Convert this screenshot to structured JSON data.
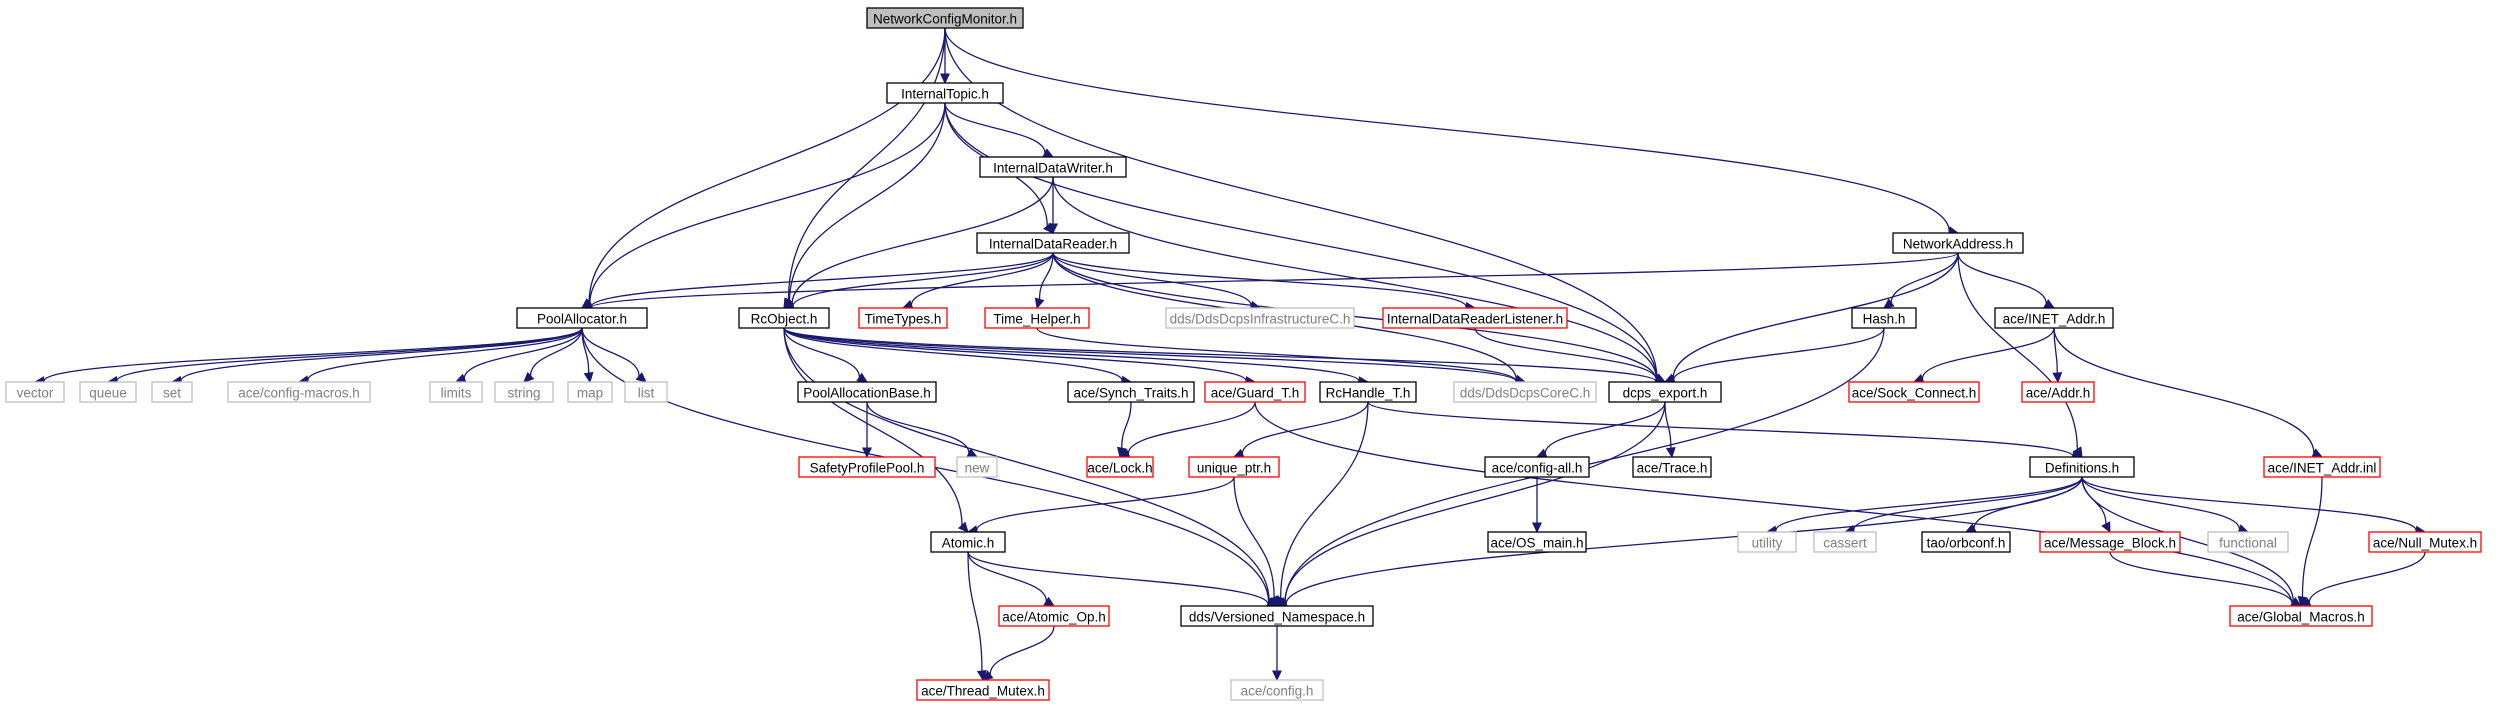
{
  "colors": {
    "edge": "#191970",
    "root_fill": "#bfbfbf",
    "node_border": "#000000",
    "missing_border": "#bfbfbf",
    "missing_text": "#7f7f7f",
    "truncated_border": "#ff0000",
    "text": "#000000"
  },
  "nodes": [
    {
      "id": "ncm",
      "label": "NetworkConfigMonitor.h",
      "kind": "root"
    },
    {
      "id": "itopic",
      "label": "InternalTopic.h",
      "kind": "normal"
    },
    {
      "id": "idw",
      "label": "InternalDataWriter.h",
      "kind": "normal"
    },
    {
      "id": "idr",
      "label": "InternalDataReader.h",
      "kind": "normal"
    },
    {
      "id": "netaddr",
      "label": "NetworkAddress.h",
      "kind": "normal"
    },
    {
      "id": "pool",
      "label": "PoolAllocator.h",
      "kind": "normal"
    },
    {
      "id": "rcobj",
      "label": "RcObject.h",
      "kind": "normal"
    },
    {
      "id": "timetypes",
      "label": "TimeTypes.h",
      "kind": "truncated"
    },
    {
      "id": "timehelper",
      "label": "Time_Helper.h",
      "kind": "truncated"
    },
    {
      "id": "infra",
      "label": "dds/DdsDcpsInfrastructureC.h",
      "kind": "missing"
    },
    {
      "id": "idrl",
      "label": "InternalDataReaderListener.h",
      "kind": "truncated"
    },
    {
      "id": "hash",
      "label": "Hash.h",
      "kind": "normal"
    },
    {
      "id": "inetaddr",
      "label": "ace/INET_Addr.h",
      "kind": "normal"
    },
    {
      "id": "vector",
      "label": "vector",
      "kind": "missing"
    },
    {
      "id": "queue",
      "label": "queue",
      "kind": "missing"
    },
    {
      "id": "set",
      "label": "set",
      "kind": "missing"
    },
    {
      "id": "cfgmacros",
      "label": "ace/config-macros.h",
      "kind": "missing"
    },
    {
      "id": "limits",
      "label": "limits",
      "kind": "missing"
    },
    {
      "id": "string",
      "label": "string",
      "kind": "missing"
    },
    {
      "id": "map",
      "label": "map",
      "kind": "missing"
    },
    {
      "id": "list",
      "label": "list",
      "kind": "missing"
    },
    {
      "id": "pab",
      "label": "PoolAllocationBase.h",
      "kind": "normal"
    },
    {
      "id": "synch",
      "label": "ace/Synch_Traits.h",
      "kind": "normal"
    },
    {
      "id": "guard",
      "label": "ace/Guard_T.h",
      "kind": "truncated"
    },
    {
      "id": "rchandle",
      "label": "RcHandle_T.h",
      "kind": "normal"
    },
    {
      "id": "corec",
      "label": "dds/DdsDcpsCoreC.h",
      "kind": "missing"
    },
    {
      "id": "export",
      "label": "dcps_export.h",
      "kind": "normal"
    },
    {
      "id": "sockconn",
      "label": "ace/Sock_Connect.h",
      "kind": "truncated"
    },
    {
      "id": "aceaddr",
      "label": "ace/Addr.h",
      "kind": "truncated"
    },
    {
      "id": "spp",
      "label": "SafetyProfilePool.h",
      "kind": "truncated"
    },
    {
      "id": "new",
      "label": "new",
      "kind": "missing"
    },
    {
      "id": "lock",
      "label": "ace/Lock.h",
      "kind": "truncated"
    },
    {
      "id": "uptr",
      "label": "unique_ptr.h",
      "kind": "truncated"
    },
    {
      "id": "cfgall",
      "label": "ace/config-all.h",
      "kind": "normal"
    },
    {
      "id": "trace",
      "label": "ace/Trace.h",
      "kind": "normal"
    },
    {
      "id": "defs",
      "label": "Definitions.h",
      "kind": "normal"
    },
    {
      "id": "inetinl",
      "label": "ace/INET_Addr.inl",
      "kind": "truncated"
    },
    {
      "id": "atomic",
      "label": "Atomic.h",
      "kind": "normal"
    },
    {
      "id": "osmain",
      "label": "ace/OS_main.h",
      "kind": "normal"
    },
    {
      "id": "utility",
      "label": "utility",
      "kind": "missing"
    },
    {
      "id": "cassert",
      "label": "cassert",
      "kind": "missing"
    },
    {
      "id": "orbconf",
      "label": "tao/orbconf.h",
      "kind": "normal"
    },
    {
      "id": "msgblock",
      "label": "ace/Message_Block.h",
      "kind": "truncated"
    },
    {
      "id": "functional",
      "label": "functional",
      "kind": "missing"
    },
    {
      "id": "nullmutex",
      "label": "ace/Null_Mutex.h",
      "kind": "truncated"
    },
    {
      "id": "atomicop",
      "label": "ace/Atomic_Op.h",
      "kind": "truncated"
    },
    {
      "id": "versioned",
      "label": "dds/Versioned_Namespace.h",
      "kind": "normal"
    },
    {
      "id": "globalmacros",
      "label": "ace/Global_Macros.h",
      "kind": "truncated"
    },
    {
      "id": "threadmutex",
      "label": "ace/Thread_Mutex.h",
      "kind": "truncated"
    },
    {
      "id": "aceconfig",
      "label": "ace/config.h",
      "kind": "missing"
    }
  ],
  "edges": [
    [
      "ncm",
      "itopic"
    ],
    [
      "ncm",
      "pool"
    ],
    [
      "ncm",
      "rcobj"
    ],
    [
      "ncm",
      "export"
    ],
    [
      "ncm",
      "netaddr"
    ],
    [
      "itopic",
      "idw"
    ],
    [
      "itopic",
      "idr"
    ],
    [
      "itopic",
      "pool"
    ],
    [
      "itopic",
      "rcobj"
    ],
    [
      "itopic",
      "export"
    ],
    [
      "idw",
      "idr"
    ],
    [
      "idw",
      "rcobj"
    ],
    [
      "idw",
      "export"
    ],
    [
      "idr",
      "pool"
    ],
    [
      "idr",
      "rcobj"
    ],
    [
      "idr",
      "timetypes"
    ],
    [
      "idr",
      "timehelper"
    ],
    [
      "idr",
      "infra"
    ],
    [
      "idr",
      "idrl"
    ],
    [
      "idr",
      "corec"
    ],
    [
      "idr",
      "export"
    ],
    [
      "netaddr",
      "pool"
    ],
    [
      "netaddr",
      "hash"
    ],
    [
      "netaddr",
      "inetaddr"
    ],
    [
      "netaddr",
      "export"
    ],
    [
      "netaddr",
      "defs"
    ],
    [
      "pool",
      "vector"
    ],
    [
      "pool",
      "queue"
    ],
    [
      "pool",
      "set"
    ],
    [
      "pool",
      "cfgmacros"
    ],
    [
      "pool",
      "limits"
    ],
    [
      "pool",
      "string"
    ],
    [
      "pool",
      "map"
    ],
    [
      "pool",
      "list"
    ],
    [
      "pool",
      "versioned"
    ],
    [
      "rcobj",
      "pab"
    ],
    [
      "rcobj",
      "synch"
    ],
    [
      "rcobj",
      "guard"
    ],
    [
      "rcobj",
      "rchandle"
    ],
    [
      "rcobj",
      "corec"
    ],
    [
      "rcobj",
      "export"
    ],
    [
      "rcobj",
      "atomic"
    ],
    [
      "rcobj",
      "versioned"
    ],
    [
      "timehelper",
      "corec"
    ],
    [
      "idrl",
      "export"
    ],
    [
      "hash",
      "export"
    ],
    [
      "hash",
      "versioned"
    ],
    [
      "inetaddr",
      "sockconn"
    ],
    [
      "inetaddr",
      "aceaddr"
    ],
    [
      "inetaddr",
      "inetinl"
    ],
    [
      "pab",
      "spp"
    ],
    [
      "pab",
      "new"
    ],
    [
      "synch",
      "lock"
    ],
    [
      "guard",
      "lock"
    ],
    [
      "guard",
      "globalmacros"
    ],
    [
      "rchandle",
      "uptr"
    ],
    [
      "rchandle",
      "versioned"
    ],
    [
      "rchandle",
      "defs"
    ],
    [
      "export",
      "cfgall"
    ],
    [
      "export",
      "trace"
    ],
    [
      "export",
      "versioned"
    ],
    [
      "uptr",
      "atomic"
    ],
    [
      "uptr",
      "versioned"
    ],
    [
      "cfgall",
      "osmain"
    ],
    [
      "defs",
      "utility"
    ],
    [
      "defs",
      "cassert"
    ],
    [
      "defs",
      "orbconf"
    ],
    [
      "defs",
      "msgblock"
    ],
    [
      "defs",
      "functional"
    ],
    [
      "defs",
      "nullmutex"
    ],
    [
      "defs",
      "globalmacros"
    ],
    [
      "defs",
      "versioned"
    ],
    [
      "inetinl",
      "globalmacros"
    ],
    [
      "atomic",
      "atomicop"
    ],
    [
      "atomic",
      "threadmutex"
    ],
    [
      "atomic",
      "versioned"
    ],
    [
      "msgblock",
      "globalmacros"
    ],
    [
      "nullmutex",
      "globalmacros"
    ],
    [
      "atomicop",
      "threadmutex"
    ],
    [
      "versioned",
      "aceconfig"
    ]
  ]
}
